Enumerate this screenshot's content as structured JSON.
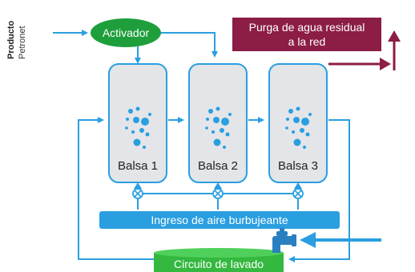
{
  "product": {
    "title": "Producto",
    "name": "Petronet"
  },
  "activator": {
    "label": "Activador"
  },
  "purge": {
    "line1": "Purga de agua residual",
    "line2": "a la red"
  },
  "basins": [
    {
      "label": "Balsa 1"
    },
    {
      "label": "Balsa 2"
    },
    {
      "label": "Balsa 3"
    }
  ],
  "air": {
    "label": "Ingreso de aire burbujeante"
  },
  "wash": {
    "label": "Circuito de lavado"
  },
  "colors": {
    "flow": "#2a9fe0",
    "basin_fill": "#e3e5e9",
    "activator": "#1e9f3c",
    "purge": "#8b1d46",
    "air_band": "#2a9fe0",
    "wash": "#34b83f"
  }
}
